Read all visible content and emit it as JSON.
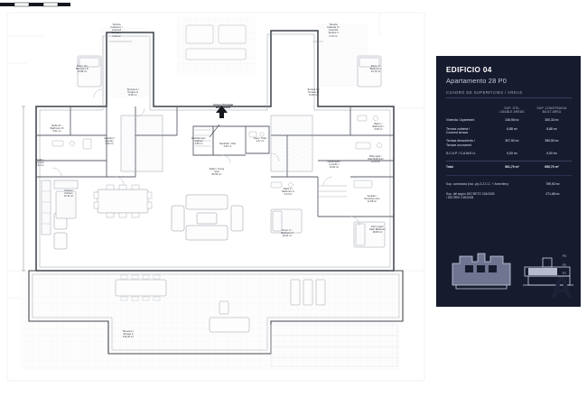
{
  "panel": {
    "building": "EDIFICIO 04",
    "apartment": "Apartamento 28 P0",
    "caption": "CUADRO DE SUPERFICIES / AREAS",
    "col_usable": "SUP. ÚTIL\nUSABLE AREAS",
    "col_usable_l1": "SUP. ÚTIL",
    "col_usable_l2": "USABLE AREAS",
    "col_built_l1": "SUP. CONSTRUIDA",
    "col_built_l2": "BUILT AREA",
    "rows": [
      {
        "name": "Vivienda / Apartment",
        "usable": "246,98 m²",
        "built": "300,33 m²"
      },
      {
        "name": "Terraza cubierta /\nCovered terrace",
        "name_l1": "Terraza cubierta /",
        "name_l2": "Covered terrace",
        "usable": "6,88 m²",
        "built": "8,88 m²"
      },
      {
        "name_l1": "Terraza descubierta /",
        "name_l2": "Terrace uncovered",
        "usable": "307,92 m²",
        "built": "350,50 m²"
      },
      {
        "name_l1": "S.C.U.P. / C.A.W.E.U.",
        "name_l2": "",
        "usable": "0,00 m²",
        "built": "0,00 m²"
      }
    ],
    "total": {
      "name": "Total",
      "usable": "561,79 m²",
      "built": "659,70 m²"
    },
    "extra1": {
      "name": "Sup. construida (Incl. p/p Z.Z.C.C. + Amenities)",
      "value": "759,92 m²"
    },
    "extra2": {
      "name_l1": "Sup. útil según DECRETO 218/2005",
      "name_l2": "/ DECREE 218/2005",
      "value": "271,68 m²"
    },
    "floors": [
      {
        "label": "P3",
        "active": false
      },
      {
        "label": "P2",
        "active": false
      },
      {
        "label": "P1",
        "active": false
      },
      {
        "label": "P0",
        "active": true
      }
    ],
    "watermark": "A"
  },
  "plan": {
    "access_label_l1": "Acceso Principal",
    "access_label_l2": "Main Access",
    "rooms": [
      {
        "id": "terraza-cubierta-1",
        "es": "Terraza",
        "es2": "Cubierta I /",
        "en": "Covered",
        "en2": "Terrace I",
        "area": "4,72 m²"
      },
      {
        "id": "terraza-cubierta-2",
        "es": "Terraza",
        "es2": "Cubierta II /",
        "en": "Covered",
        "en2": "Terrace II",
        "area": "2,76 m²"
      },
      {
        "id": "dorm-3",
        "es": "Dorm. III /",
        "en": "Bedroom III",
        "area": "13,88 m²"
      },
      {
        "id": "bano-3",
        "es": "Baño III /",
        "en": "Bathroom III",
        "area": "5,51 m²"
      },
      {
        "id": "lavadero",
        "es": "Lavadero /",
        "en": "Laundry",
        "area": "4,00 m²"
      },
      {
        "id": "cocina",
        "es": "Cocina /",
        "en": "Kitchen",
        "area": "14,14 m²"
      },
      {
        "id": "terraza-h",
        "es": "Terraza H /",
        "en": "Terrace H",
        "area": "8,25 m²"
      },
      {
        "id": "terraza-3",
        "es": "Terraza III /",
        "en": "Terrace III",
        "area": "8,29 m²"
      },
      {
        "id": "guardarropa",
        "es": "Guardarropa /",
        "en": "Cabinet",
        "area": "3,85 m²"
      },
      {
        "id": "recibidor",
        "es": "Recibidor / Hall",
        "en": "",
        "area": "3,92 m²"
      },
      {
        "id": "aseo",
        "es": "Aseo / Toilet",
        "en": "",
        "area": "4,27 m²"
      },
      {
        "id": "salon",
        "es": "Salón / Living",
        "en": "room",
        "area": "82,56 m²"
      },
      {
        "id": "dorm-1",
        "es": "Dorm. I /",
        "en": "Bedroom I",
        "area": "14,72 m²"
      },
      {
        "id": "bano-1",
        "es": "Baño I /",
        "en": "Bathroom I",
        "area": "5,65 m²"
      },
      {
        "id": "bano-ppal",
        "es": "Baño ppal /",
        "en": "Main Bathroom",
        "area": "11,05 m²"
      },
      {
        "id": "vestidor",
        "es": "Vestidor /",
        "en": "Dressing room",
        "area": "11,85 m²"
      },
      {
        "id": "bano-2",
        "es": "Baño II /",
        "en": "Bathroom II",
        "area": "5,14 m²"
      },
      {
        "id": "dorm-2",
        "es": "Dorm. II /",
        "en": "Bedroom II",
        "area": "20,62 m²"
      },
      {
        "id": "dorm-ppal",
        "es": "Dorm ppal /",
        "en": "Main Bedroom",
        "area": "18,80 m²"
      },
      {
        "id": "terraza-f",
        "es": "Terraza F /",
        "en": "Terrace F",
        "area": "132,00 m²"
      },
      {
        "id": "distribuidor",
        "es": "Distribuidor /",
        "en": "Corridor I",
        "area": "19,82 m²"
      },
      {
        "id": "pasillo",
        "es": "Pasillo /",
        "en": "Corridor",
        "area": "3,34 m²"
      }
    ]
  },
  "colors": {
    "panel_bg": "#171b2e",
    "panel_text": "#e9eaf2",
    "plan_wall": "#2b2f38",
    "plan_line": "#9aa0ac",
    "paper": "#ffffff"
  }
}
